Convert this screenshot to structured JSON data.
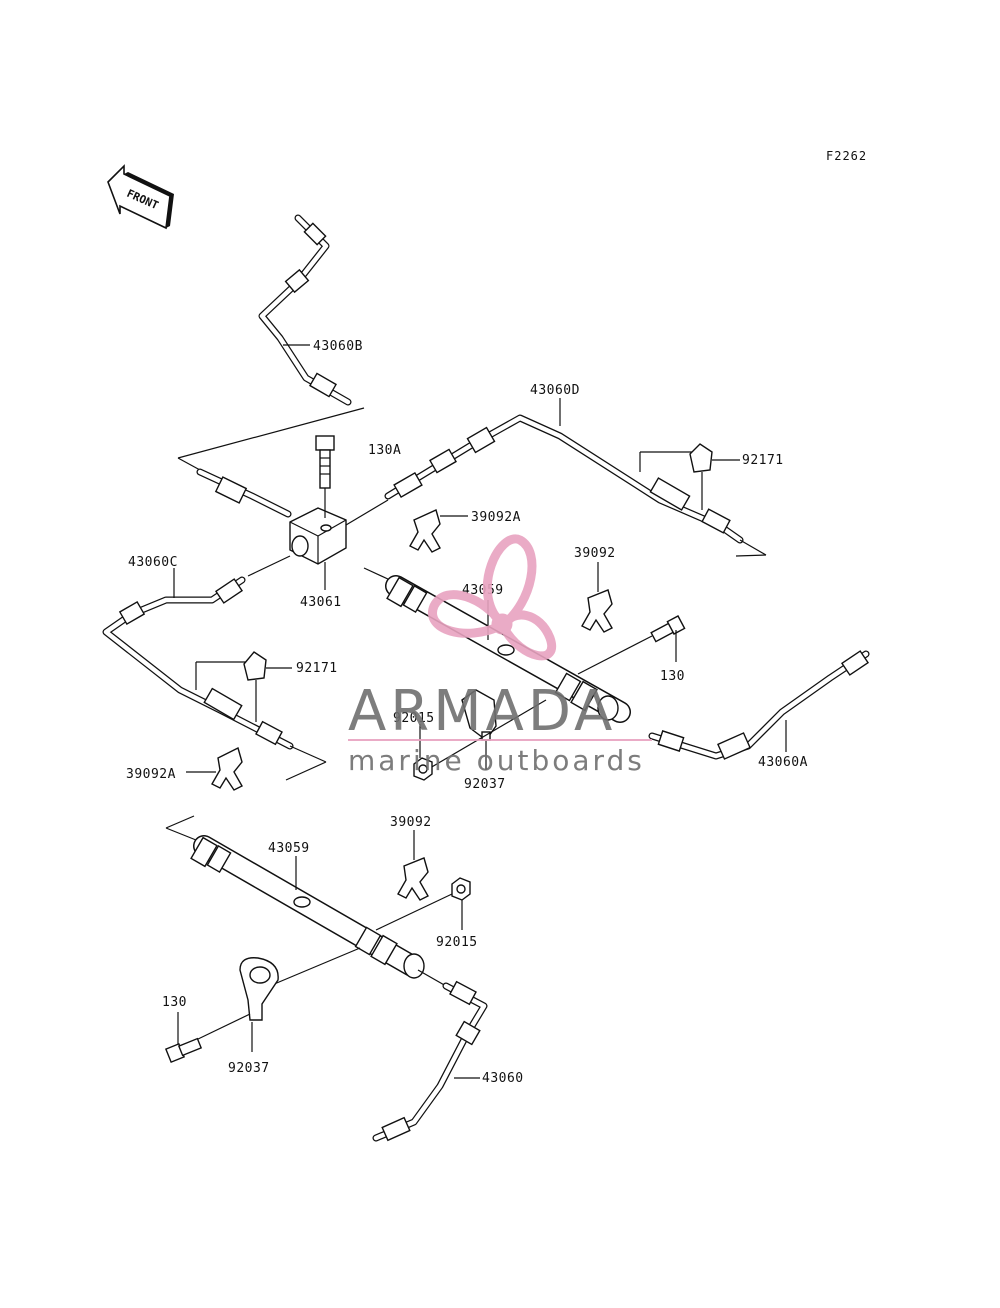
{
  "diagram": {
    "code": "F2262",
    "front_label": "FRONT",
    "parts": {
      "p43060B": "43060B",
      "p43060D": "43060D",
      "p130A": "130A",
      "p92171_top": "92171",
      "p39092A_top": "39092A",
      "p39092_top": "39092",
      "p43059_top": "43059",
      "p43060C": "43060C",
      "p43061": "43061",
      "p92171_left": "92171",
      "p130_right": "130",
      "p92015_mid": "92015",
      "p92037_mid": "92037",
      "p43060A": "43060A",
      "p39092A_left": "39092A",
      "p43059_bottom": "43059",
      "p39092_bottom": "39092",
      "p92015_bottom": "92015",
      "p130_bottom": "130",
      "p92037_bottom": "92037",
      "p43060": "43060"
    }
  },
  "watermark": {
    "brand": "ARMADA",
    "tagline": "marine outboards",
    "colors": {
      "accent": "#e8a3c0",
      "text": "#6f6f6f"
    }
  }
}
